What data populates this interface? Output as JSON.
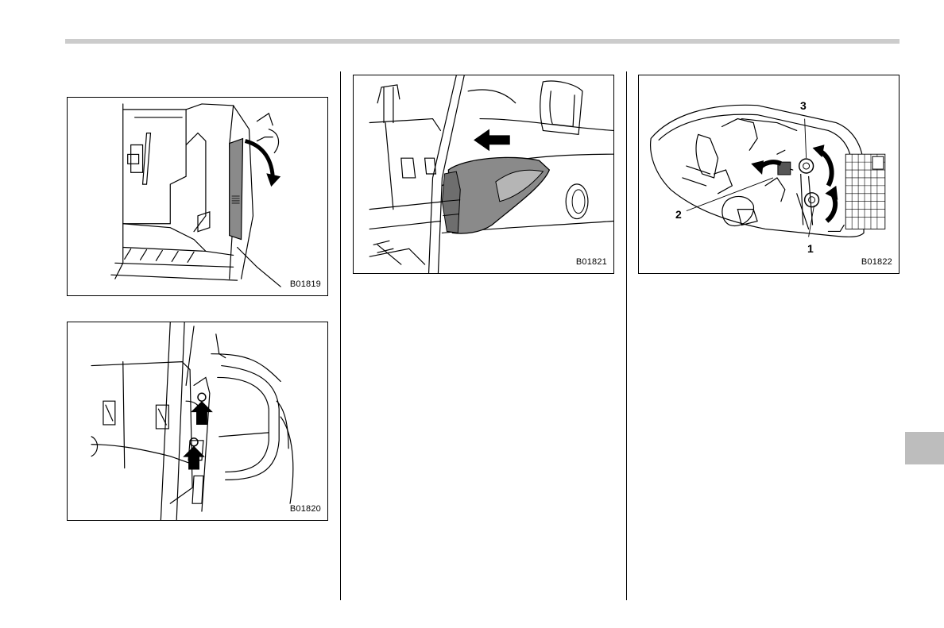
{
  "figures": [
    {
      "code": "B01819"
    },
    {
      "code": "B01820"
    },
    {
      "code": "B01821"
    },
    {
      "code": "B01822",
      "callouts": [
        "1",
        "2",
        "3"
      ]
    }
  ],
  "colors": {
    "rule": "#cccccc",
    "tab": "#bdbdbd",
    "ink": "#000000",
    "shade": "#8a8a8a"
  }
}
